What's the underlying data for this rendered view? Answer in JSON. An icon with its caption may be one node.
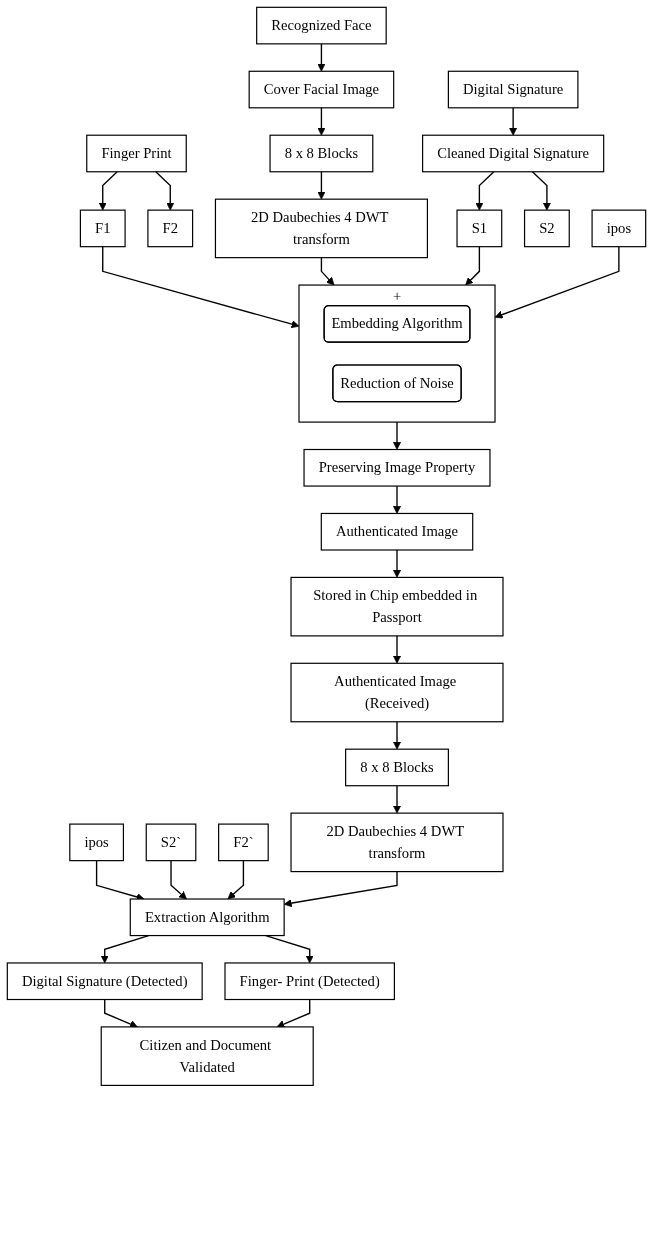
{
  "diagram": {
    "nodes": [
      {
        "text": [
          "Recognized Face"
        ]
      },
      {
        "text": [
          "Cover Facial Image"
        ]
      },
      {
        "text": [
          "Digital Signature"
        ]
      },
      {
        "text": [
          "Finger Print"
        ]
      },
      {
        "text": [
          "8 x 8 Blocks"
        ]
      },
      {
        "text": [
          "Cleaned Digital Signature"
        ]
      },
      {
        "text": [
          "F1"
        ]
      },
      {
        "text": [
          "F2"
        ]
      },
      {
        "text": [
          "2D Daubechies 4 DWT transform"
        ]
      },
      {
        "text": [
          "S1"
        ]
      },
      {
        "text": [
          "S2"
        ]
      },
      {
        "text": [
          "ipos"
        ]
      },
      {
        "text": [
          "+"
        ]
      },
      {
        "text": [
          "Embedding Algorithm"
        ],
        "in": 12
      },
      {
        "text": [
          "Reduction of Noise"
        ],
        "in": 12
      },
      {
        "text": [
          "Preserving Image Property"
        ]
      },
      {
        "text": [
          "Authenticated Image"
        ]
      },
      {
        "text": [
          "Stored in Chip embedded in Passport"
        ]
      },
      {
        "text": [
          "ipos"
        ]
      },
      {
        "text": [
          "Authenticated Image (Received)"
        ]
      },
      {
        "text": [
          "S2`"
        ]
      },
      {
        "text": [
          "F2`"
        ]
      },
      {
        "text": [
          "8 x 8 Blocks"
        ]
      },
      {
        "text": [
          "2D Daubechies 4 DWT transform"
        ]
      },
      {
        "text": [
          "Extraction Algorithm"
        ]
      },
      {
        "text": [
          "Citizen and Document Validated"
        ]
      },
      {
        "text": [
          "Digital Signature (Detected)"
        ]
      },
      {
        "text": [
          "Finger- Print (Detected)"
        ]
      }
    ],
    "edges": [
      {
        "from": 0,
        "to": 1,
        "arrow": "to"
      },
      {
        "from": 1,
        "to": 4,
        "arrow": "to"
      },
      {
        "from": 4,
        "to": 8,
        "arrow": "to"
      },
      {
        "from": 2,
        "to": 5,
        "arrow": "to"
      },
      {
        "from": 3,
        "to": 6,
        "arrow": "to"
      },
      {
        "from": 3,
        "to": 7,
        "arrow": "to"
      },
      {
        "from": 5,
        "to": 9,
        "arrow": "to"
      },
      {
        "from": 5,
        "to": 10,
        "arrow": "to"
      },
      {
        "from": 8,
        "to": 12,
        "arrow": "to"
      },
      {
        "from": 9,
        "to": 12,
        "arrow": "to"
      },
      {
        "from": 11,
        "to": 12,
        "arrow": "to"
      },
      {
        "from": 6,
        "to": 12,
        "arrow": "to"
      },
      {
        "from": 12,
        "to": 15,
        "arrow": "to"
      },
      {
        "from": 15,
        "to": 16,
        "arrow": "to"
      },
      {
        "from": 16,
        "to": 17,
        "arrow": "to"
      },
      {
        "from": 17,
        "to": 19,
        "arrow": "to"
      },
      {
        "from": 19,
        "to": 22,
        "arrow": "to"
      },
      {
        "from": 22,
        "to": 23,
        "arrow": "to"
      },
      {
        "from": 23,
        "to": 24,
        "arrow": "to"
      },
      {
        "from": 18,
        "to": 24,
        "arrow": "to"
      },
      {
        "from": 20,
        "to": 24,
        "arrow": "to"
      },
      {
        "from": 21,
        "to": 24,
        "arrow": "to"
      },
      {
        "from": 24,
        "to": 26,
        "arrow": "to"
      },
      {
        "from": 24,
        "to": 27,
        "arrow": "to"
      },
      {
        "from": 26,
        "to": 25,
        "arrow": "to"
      },
      {
        "from": 27,
        "to": 25,
        "arrow": "to"
      }
    ]
  }
}
